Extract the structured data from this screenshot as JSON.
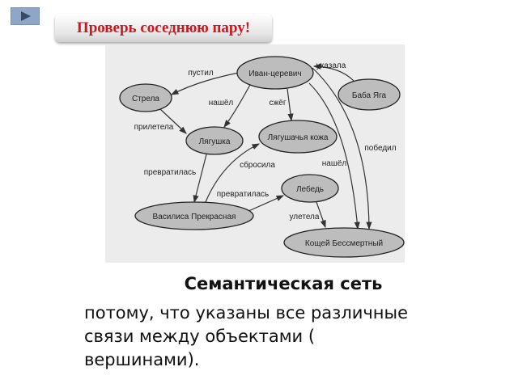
{
  "banner": {
    "text": "Проверь соседнюю пару!"
  },
  "diagram": {
    "nodes": {
      "ivan": "Иван-церевич",
      "strela": "Стрела",
      "baba": "Баба Яга",
      "lyagushka": "Лягушка",
      "kozha": "Лягушачья кожа",
      "lebed": "Лебедь",
      "vasilisa": "Василиса Прекрасная",
      "koshey": "Кощей Бессмертный"
    },
    "edges": {
      "pustil": "пустил",
      "nashel1": "нашёл",
      "szheg": "сжёг",
      "ukazala": "указала",
      "priletela": "прилетела",
      "prevr1": "превратилась",
      "sbrosila": "сбросила",
      "nashel2": "нашёл",
      "pobedil": "победил",
      "prevr2": "превратилась",
      "uletela": "улетела"
    }
  },
  "text": {
    "title": "Семантическая сеть",
    "line1": "потому, что указаны все различные",
    "line2": "связи между объектами (",
    "line3": "вершинами)."
  }
}
